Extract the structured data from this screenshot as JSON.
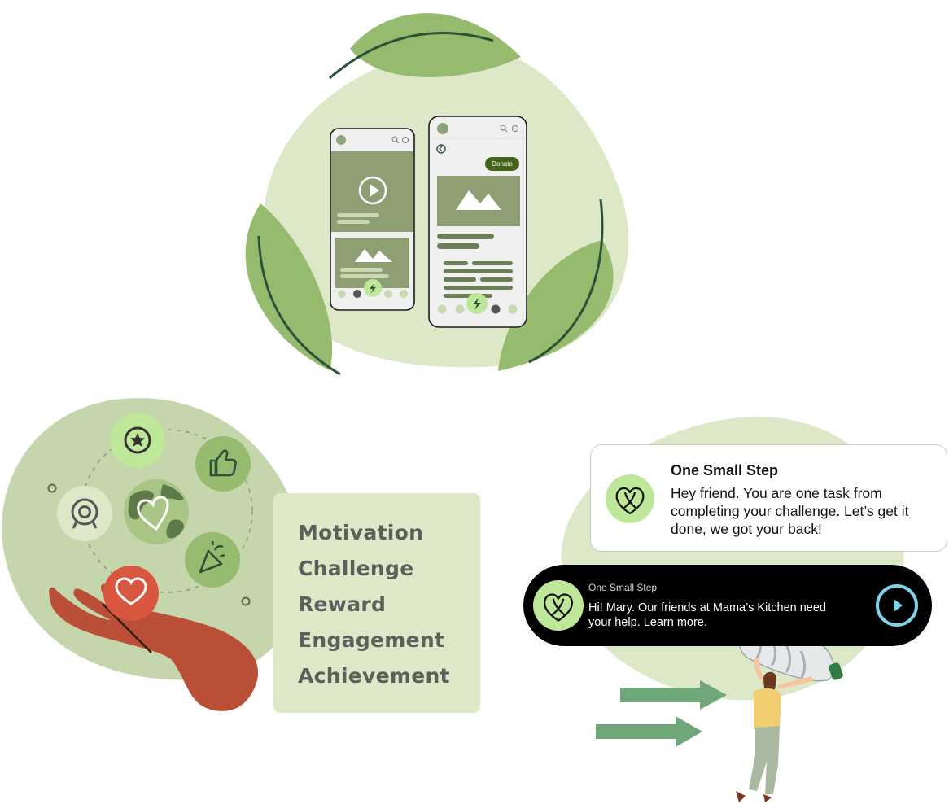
{
  "words": [
    "Motivation",
    "Challenge",
    "Reward",
    "Engagement",
    "Achievement"
  ],
  "phone_right": {
    "donate_label": "Donate"
  },
  "notification_card": {
    "app_name": "One Small Step",
    "message": "Hey friend. You are one task from completing your challenge. Let’s get it done, we got your back!"
  },
  "notification_pill": {
    "app_name": "One Small Step",
    "message": "Hi! Mary. Our friends at Mama’s Kitchen need your help. Learn more."
  },
  "colors": {
    "light_green": "#dde8c9",
    "leaf_green": "#97bb6e",
    "dark_green": "#2f5a3c",
    "accent_lime": "#bfe79a",
    "hand_brown": "#b94f37",
    "heart_red": "#d9573f",
    "play_cyan": "#7fd3e6"
  },
  "icons": [
    "star-icon",
    "thumbs-up-icon",
    "target-icon",
    "earth-heart-icon",
    "party-popper-icon",
    "heart-icon",
    "play-icon",
    "search-icon",
    "profile-icon",
    "back-arrow-icon",
    "image-icon",
    "bolt-icon",
    "heart-knot-logo-icon"
  ]
}
